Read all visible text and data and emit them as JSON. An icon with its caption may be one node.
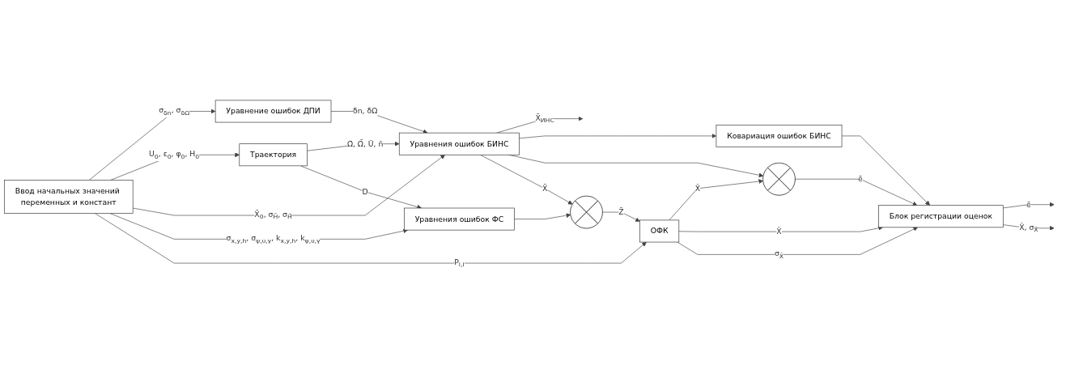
{
  "diagram": {
    "nodes": [
      {
        "text": [
          "Ввод начальных значений переменных и констант"
        ]
      },
      {
        "text": [
          "Уравнение ошибок ДПИ"
        ]
      },
      {
        "text": [
          "Траектория"
        ]
      },
      {
        "text": [
          "Уравнения ошибок БИНС"
        ]
      },
      {
        "text": [
          "Ковариация ошибок БИНС"
        ]
      },
      {
        "text": [
          "Блок регистрации оценок"
        ]
      },
      {
        "text": [],
        "shape": "circle"
      },
      {
        "text": [],
        "shape": "circle"
      },
      {
        "text": [
          "ОФК"
        ]
      },
      {
        "text": [
          "Уравнения ошибок ФС"
        ]
      }
    ],
    "edges": [
      {
        "from": 0,
        "to": 1,
        "arrow": "to",
        "label": "σ$_{δn}$, σ$_{δΩ}$"
      },
      {
        "from": 0,
        "to": 2,
        "arrow": "to",
        "label": "U$_{0}$, ε$_{0}$, φ$_{0}$, H$_{0}$"
      },
      {
        "from": 1,
        "to": 3,
        "arrow": "to",
        "label": "δn, δΩ"
      },
      {
        "from": 2,
        "to": 3,
        "arrow": "to",
        "label": "Ω̄, Ω̇̄, Ū, n̄"
      },
      {
        "from": 0,
        "to": 3,
        "arrow": "to",
        "label": "X̄$_{0}$, σ$_{H̄}$, σ$_{Ḣ̄}$"
      },
      {
        "from": 0,
        "to": 9,
        "arrow": "to",
        "label": "σ$_{x,y,h}$, σ$_{ψ,υ,γ}$, k$_{x,y,h}$, k$_{ψ,υ,γ}$"
      },
      {
        "from": 2,
        "to": 9,
        "arrow": "to",
        "label": "D"
      },
      {
        "from": 0,
        "to": 8,
        "arrow": "to",
        "label": "P$_{i,i}$"
      },
      {
        "from": 3,
        "to": null,
        "arrow": "to",
        "label": "X̄$_{ИНС}$"
      },
      {
        "from": 3,
        "to": 4,
        "arrow": "to"
      },
      {
        "from": 3,
        "to": 6,
        "arrow": "to"
      },
      {
        "from": 3,
        "to": 7,
        "arrow": "to",
        "label": "X̄"
      },
      {
        "from": 9,
        "to": 7,
        "arrow": "to"
      },
      {
        "from": 7,
        "to": 8,
        "arrow": "to",
        "label": "Z̄"
      },
      {
        "from": 4,
        "to": 5,
        "arrow": "to"
      },
      {
        "from": 6,
        "to": 5,
        "arrow": "to",
        "label": "ē"
      },
      {
        "from": 8,
        "to": 6,
        "arrow": "to",
        "label": "X̂"
      },
      {
        "from": 8,
        "to": 5,
        "arrow": "to",
        "label": "X̂"
      },
      {
        "from": 8,
        "to": 5,
        "arrow": "to",
        "label": "σ$_{X̂}$"
      },
      {
        "from": 5,
        "to": null,
        "arrow": "to",
        "label": "ē"
      },
      {
        "from": 5,
        "to": null,
        "arrow": "to",
        "label": "X̂, σ$_{X̂}$"
      }
    ]
  }
}
